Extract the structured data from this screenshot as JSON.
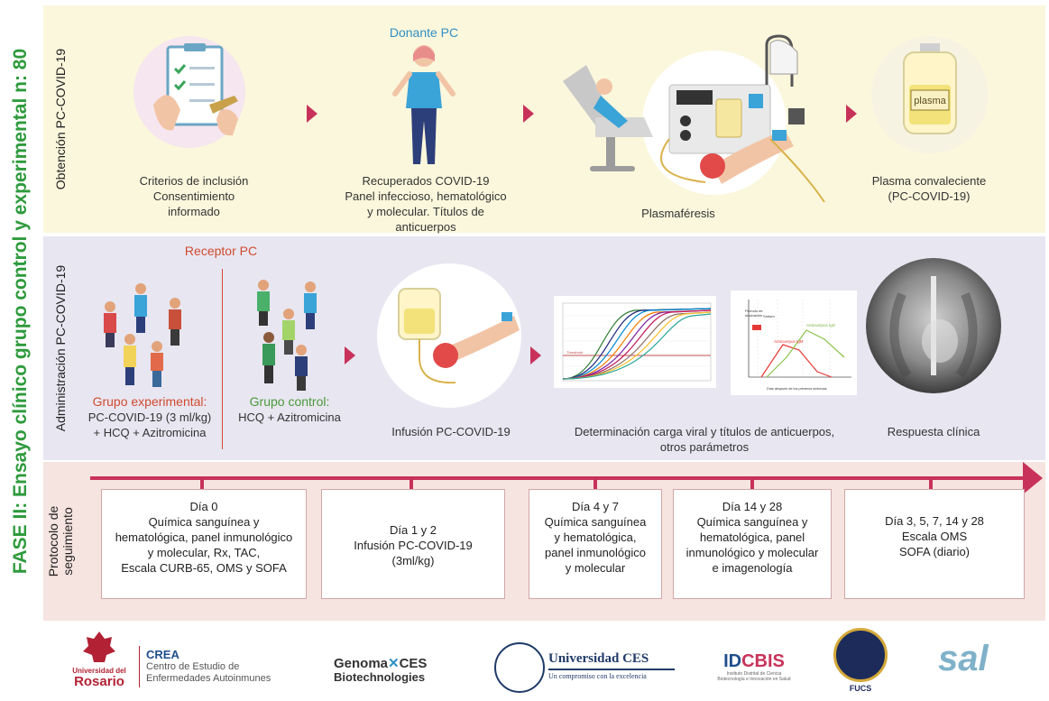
{
  "main_title": "FASE II: Ensayo clínico grupo control y experimental n: 80",
  "rows": {
    "row1_label": "Obtención PC-COVID-19",
    "row2_label": "Administración PC-COVID-19",
    "row3_label_1": "Protocolo de",
    "row3_label_2": "seguimiento"
  },
  "stage1": {
    "criteria_1": "Criterios de inclusión",
    "criteria_2": "Consentimiento informado",
    "donor_title": "Donante PC",
    "donor_1": "Recuperados COVID-19",
    "donor_2": "Panel infeccioso, hematológico",
    "donor_3": "y molecular. Títulos de anticuerpos",
    "plasmapheresis": "Plasmaféresis",
    "bag_label": "plasma",
    "plasma_1": "Plasma convaleciente",
    "plasma_2": "(PC-COVID-19)"
  },
  "stage2": {
    "receptor_title": "Receptor PC",
    "exp_title": "Grupo experimental:",
    "exp_1": "PC-COVID-19  (3 ml/kg)",
    "exp_2": "+ HCQ + Azitromicina",
    "ctrl_title": "Grupo control:",
    "ctrl_1": "HCQ + Azitromicina",
    "infusion": "Infusión PC-COVID-19",
    "viral_1": "Determinación carga viral  y títulos de anticuerpos,",
    "viral_2": "otros parámetros",
    "response": "Respuesta clínica",
    "ab_igm": "Anticuerpos IgM",
    "ab_igg": "Anticuerpos IgG",
    "incub_1": "Período de",
    "incub_2": "incubación",
    "symptom_label": "Síntom",
    "days_label": "Días después de los primeros síntomas",
    "threshold_label": "Threshold"
  },
  "followup": [
    {
      "title": "Día 0",
      "lines": [
        "Química sanguínea y",
        "hematológica, panel inmunológico",
        "y molecular, Rx, TAC,",
        "Escala CURB-65, OMS y SOFA"
      ]
    },
    {
      "title": "Día 1 y 2",
      "lines": [
        "Infusión PC-COVID-19",
        "(3ml/kg)"
      ]
    },
    {
      "title": "Día 4 y 7",
      "lines": [
        "Química sanguínea",
        "y hematológica,",
        "panel inmunológico",
        "y molecular"
      ]
    },
    {
      "title": "Día 14 y 28",
      "lines": [
        "Química sanguínea y",
        "hematológica, panel",
        "inmunológico y molecular",
        "e imagenología"
      ]
    },
    {
      "title": "Día 3, 5, 7, 14 y 28",
      "lines": [
        "Escala OMS",
        "SOFA (diario)"
      ]
    }
  ],
  "logos": {
    "rosario_1": "Universidad del",
    "rosario_2": "Rosario",
    "crea_1": "CREA",
    "crea_2": "Centro de Estudio de",
    "crea_3": "Enfermedades Autoinmunes",
    "genoma_1": "Genoma",
    "genoma_2": "CES",
    "genoma_3": "Biotechnologies",
    "ces_1": "Universidad CES",
    "ces_2": "Un compromiso con la excelencia",
    "idcbis_1": "ID",
    "idcbis_2": "CBIS",
    "idcbis_3": "Instituto Distrital de Ciencia",
    "idcbis_4": "Biotecnología e Innovación en Salud",
    "fucs": "FUCS",
    "sal": "sal"
  },
  "colors": {
    "accent_arrow": "#c8325a",
    "title_green": "#2e9a3c",
    "red_text": "#d04b2f",
    "green_text": "#4a9a3a",
    "blue_text": "#2f8fc5",
    "band1": "#fbf7dc",
    "band2": "#e8e6f1",
    "band3": "#f6e4e0"
  },
  "icons": [
    "clipboard-icon",
    "donor-person-icon",
    "plasmapheresis-machine-icon",
    "plasma-bag-icon",
    "people-group-icon",
    "infusion-icon",
    "pcr-curves-chart",
    "antibody-chart",
    "chest-xray-image"
  ]
}
